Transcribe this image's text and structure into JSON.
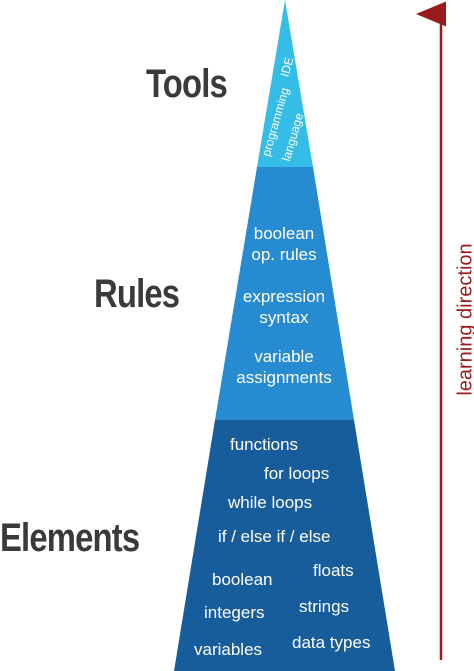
{
  "colors": {
    "tools_fill": "#35bde8",
    "rules_fill": "#268bd1",
    "elements_fill": "#175d9c",
    "arrow": "#9a1b1b",
    "label_text": "#3a3a3a"
  },
  "tiers": {
    "tools": {
      "label": "Tools",
      "items": [
        "IDE",
        "programming",
        "language"
      ]
    },
    "rules": {
      "label": "Rules",
      "items": [
        "boolean",
        "op. rules",
        "expression",
        "syntax",
        "variable",
        "assignments"
      ]
    },
    "elements": {
      "label": "Elements",
      "items": [
        "functions",
        "for loops",
        "while loops",
        "if / else if / else",
        "boolean",
        "floats",
        "integers",
        "strings",
        "variables",
        "data types"
      ]
    }
  },
  "arrow": {
    "label": "learning direction"
  }
}
